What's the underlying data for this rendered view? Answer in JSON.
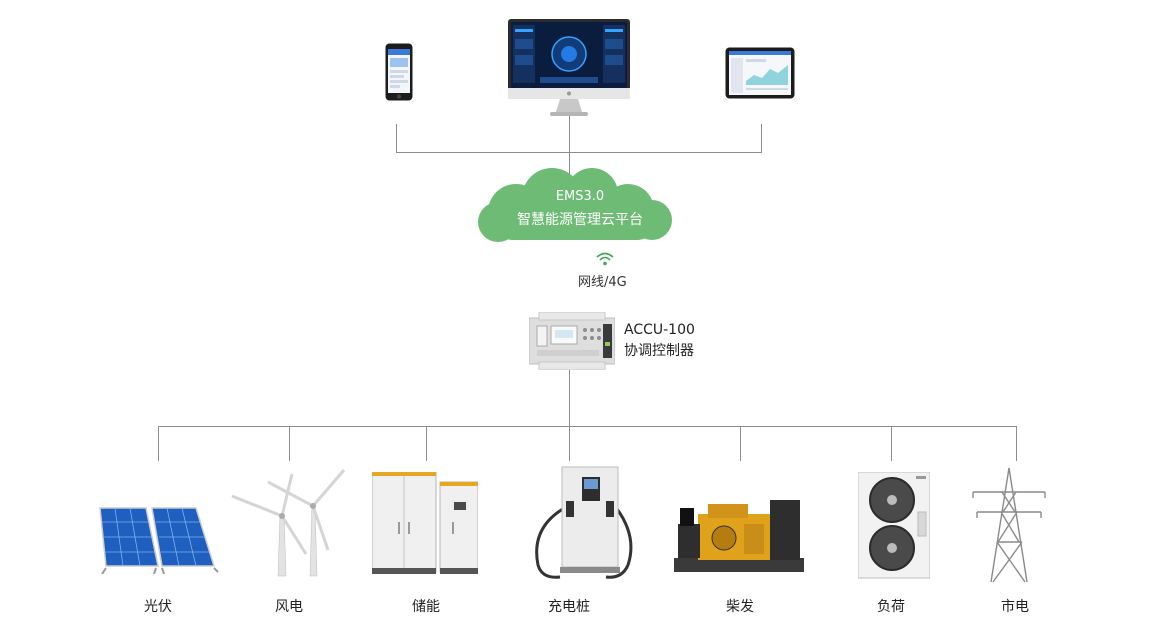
{
  "cloud": {
    "line1": "EMS3.0",
    "line2": "智慧能源管理云平台"
  },
  "network": {
    "label": "网线/4G"
  },
  "controller": {
    "model": "ACCU-100",
    "name": "协调控制器"
  },
  "devices": [
    {
      "label": "光伏",
      "icon": "solar-panel-icon"
    },
    {
      "label": "风电",
      "icon": "wind-turbine-icon"
    },
    {
      "label": "储能",
      "icon": "energy-storage-icon"
    },
    {
      "label": "充电桩",
      "icon": "charging-pile-icon"
    },
    {
      "label": "柴发",
      "icon": "diesel-generator-icon"
    },
    {
      "label": "负荷",
      "icon": "load-icon"
    },
    {
      "label": "市电",
      "icon": "power-grid-icon"
    }
  ],
  "colors": {
    "cloud": "#6dbb74",
    "line": "#8c8c8c",
    "wifi": "#3fa654"
  }
}
